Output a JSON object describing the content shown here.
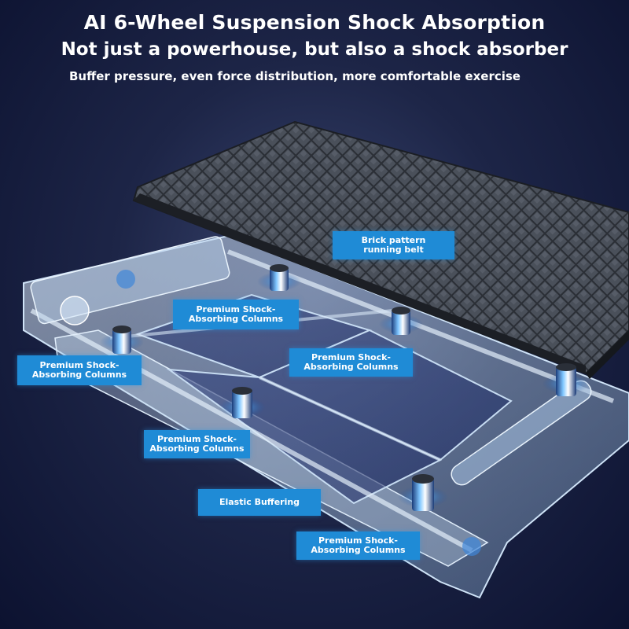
{
  "headline": {
    "line1": "AI 6-Wheel Suspension Shock Absorption",
    "line2": "Not just a powerhouse, but also a shock absorber",
    "line3": "Buffer pressure, even force distribution, more comfortable exercise"
  },
  "callouts": {
    "belt": "Brick pattern running belt",
    "column_a": "Premium Shock-Absorbing Columns",
    "column_b": "Premium Shock-Absorbing Columns",
    "column_c": "Premium Shock-Absorbing Columns",
    "column_d": "Premium Shock-Absorbing Columns",
    "column_e": "Premium Shock-Absorbing Columns",
    "elastic": "Elastic Buffering"
  },
  "colors": {
    "callout_bg": "#1f8bd6",
    "background_dark": "#0c1230",
    "frame": "#b9d4ef",
    "glow": "#3aa0ff"
  }
}
